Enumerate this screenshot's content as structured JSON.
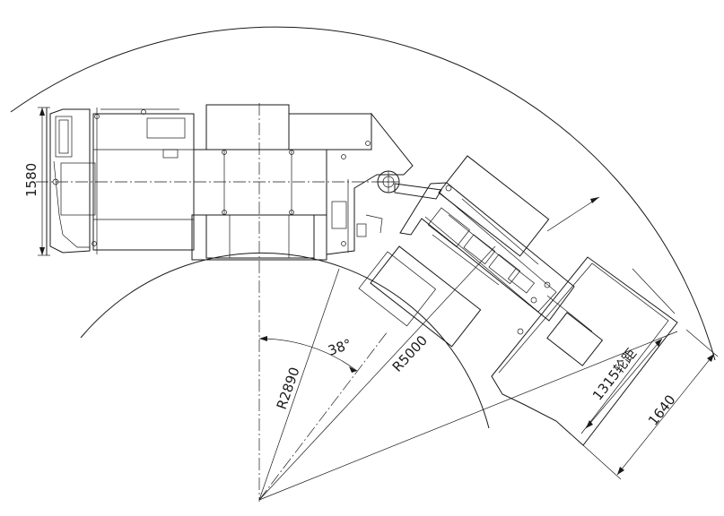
{
  "drawing": {
    "dimensions": {
      "width": "1580",
      "turn_radius_inner": "R2890",
      "turn_radius_outer": "R5000",
      "articulation_angle": "38°",
      "track_width": "1315轮距",
      "overall_width": "1640"
    },
    "colors": {
      "line": "#1a1a1a",
      "background": "#ffffff"
    }
  }
}
